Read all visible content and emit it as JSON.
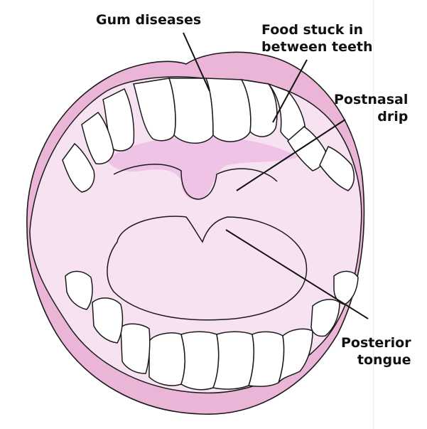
{
  "labels": {
    "gum_diseases": "Gum diseases",
    "food_stuck_line1": "Food stuck in",
    "food_stuck_line2": "between teeth",
    "postnasal_line1": "Postnasal",
    "postnasal_line2": "drip",
    "posterior_line1": "Posterior",
    "posterior_line2": "tongue"
  },
  "colors": {
    "ink": "#111111",
    "lip_pink": "#e7a9cf",
    "mouth_pink": "#f6dff0",
    "palate_pink": "#eec6e6",
    "background": "#ffffff"
  }
}
